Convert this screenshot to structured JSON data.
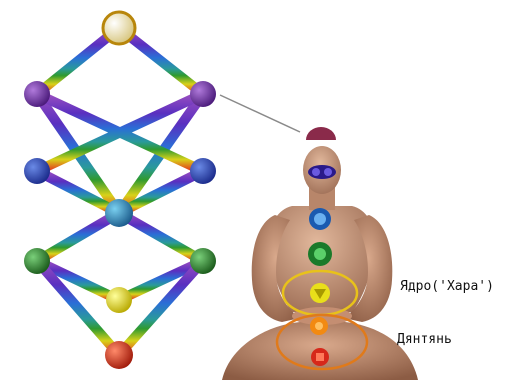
{
  "diagram": {
    "left_figure": "tree-of-life",
    "right_figure": "meditating-person-with-chakras",
    "palette": {
      "violet": "#8a3fbf",
      "indigo": "#4b2fb0",
      "blue": "#2a6fd6",
      "cyan": "#2aa7d8",
      "green": "#2f9a2f",
      "yellow": "#e9df1a",
      "orange": "#f28a12",
      "red": "#e3301c",
      "skin": "#c9977a",
      "outline_yellow": "#e8c21a",
      "outline_orange": "#e07a1a"
    }
  },
  "labels": {
    "hara": "Ядро('Хара')",
    "dantian": "Дянтянь"
  }
}
